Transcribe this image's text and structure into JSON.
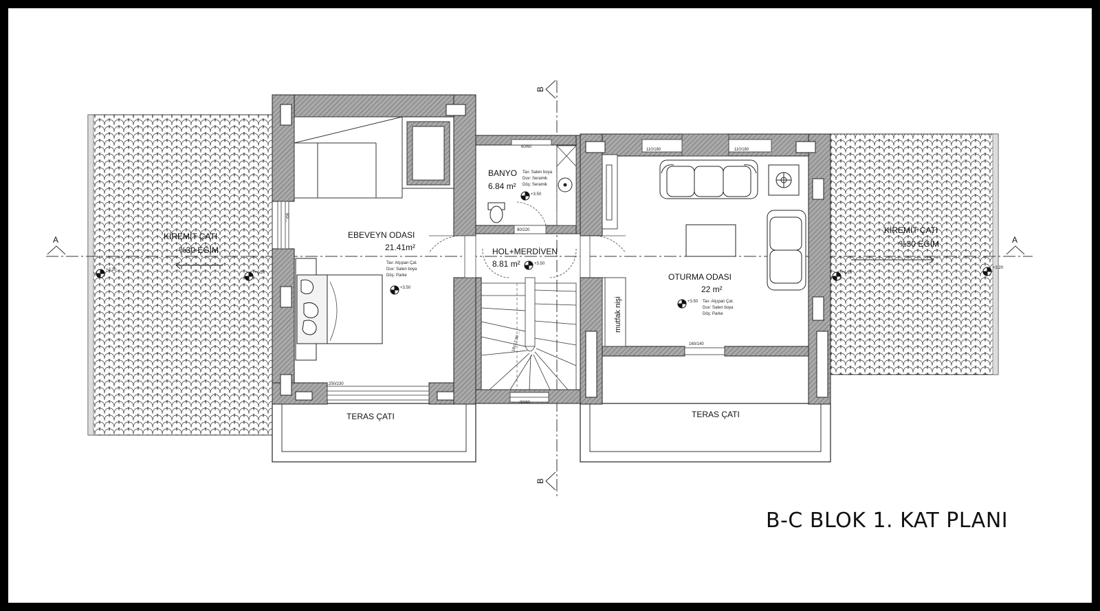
{
  "title": "B-C BLOK 1. KAT PLANI",
  "rooms": {
    "banyo": {
      "name": "BANYO",
      "area": "6.84 m²",
      "elev": "+3.50",
      "notes": [
        "Tav: Saten boya",
        "Duv: Seramik",
        "Döş: Seramik"
      ]
    },
    "ebeveyn": {
      "name": "EBEVEYN ODASI",
      "area": "21.41m²",
      "elev": "+3.50",
      "notes": [
        "Tav: Alçıpan Çat.",
        "Duv: Saten boya",
        "Döş: Parke"
      ]
    },
    "hol": {
      "name": "HOL+MERDİVEN",
      "area": "8.81 m²",
      "elev": "+3.50"
    },
    "oturma": {
      "name": "OTURMA ODASI",
      "area": "22 m²",
      "elev": "+3.50",
      "notes": [
        "Tav: Alçıpan Çat.",
        "Duv: Saten boya",
        "Döş: Parke"
      ]
    },
    "mutfak": {
      "name": "mutfak nişi"
    }
  },
  "roofs": {
    "left": {
      "name": "KİREMİT ÇATI",
      "slope": "%30 EĞİM"
    },
    "right": {
      "name": "KİREMİT ÇATI",
      "slope": "%30 EĞİM"
    },
    "terrace_left": "TERAS ÇATI",
    "terrace_right": "TERAS ÇATI"
  },
  "section_marks": {
    "a_left": "A",
    "a_right": "A",
    "b_top": "B",
    "b_bottom": "B"
  },
  "elevations": {
    "far_left": "+3.20",
    "left_inner": "+4.20",
    "right_inner": "+4.20",
    "far_right": "+3.20"
  },
  "window_labels": {
    "banyo_top": "60/60",
    "oturma_top_1": "110/160",
    "oturma_top_2": "110/160",
    "oturma_bottom": "160/140",
    "ebeveyn_bottom": "250/230",
    "banyo_bottom": "80/220",
    "hol_bottom": "80/60",
    "ebeveyn_side": "80/..."
  },
  "stair_label": "18x17.00 ...",
  "colors": {
    "frame": "#000000",
    "background": "#ffffff",
    "wall_fill": "#9a9a9a",
    "line": "#1a1a1a"
  }
}
